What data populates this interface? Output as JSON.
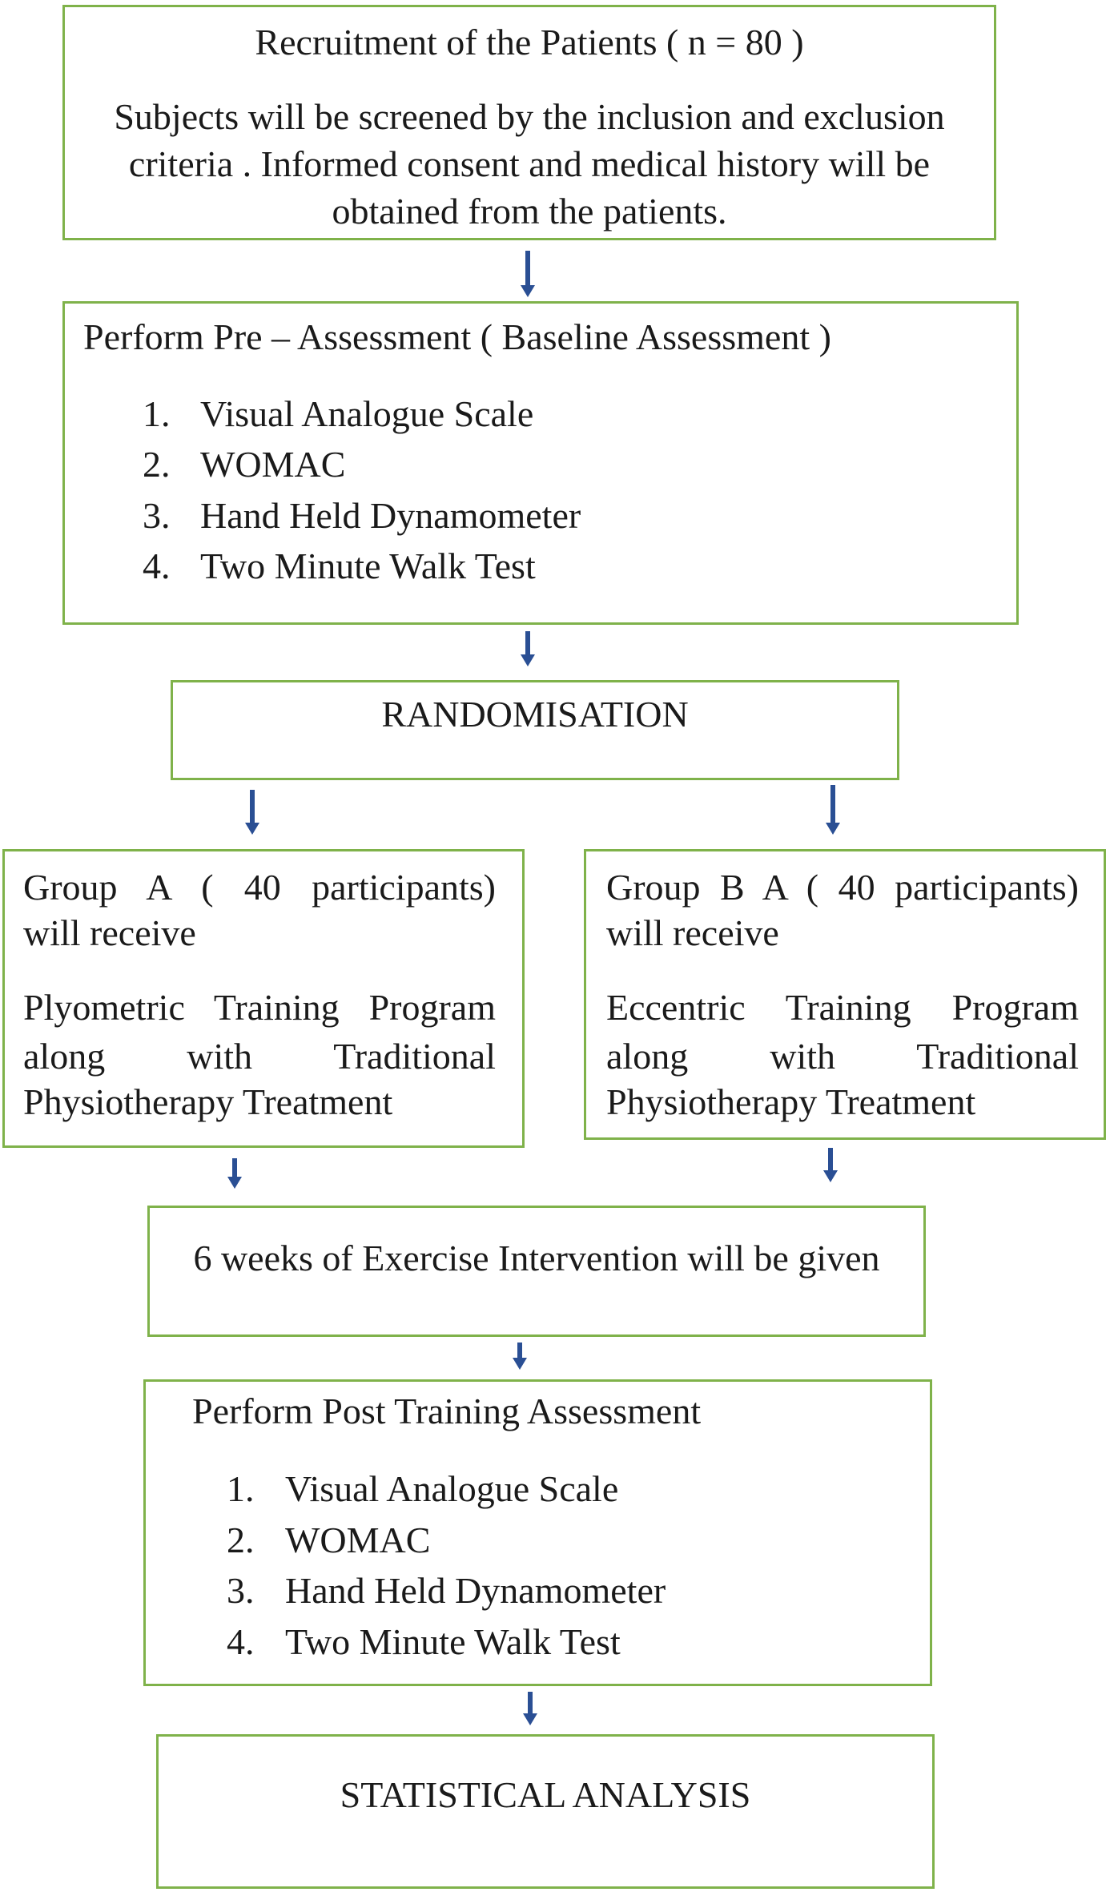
{
  "recruitment": {
    "title": "Recruitment of the Patients ( n = 80 )",
    "lines": [
      "Subjects will be screened by the inclusion and exclusion",
      "criteria . Informed consent and medical history will be",
      "obtained from the patients."
    ]
  },
  "pre_assessment": {
    "title": "Perform Pre – Assessment ( Baseline Assessment )",
    "items": [
      {
        "num": "1.",
        "label": "Visual Analogue Scale"
      },
      {
        "num": "2.",
        "label": "WOMAC"
      },
      {
        "num": "3.",
        "label": "Hand Held Dynamometer"
      },
      {
        "num": "4.",
        "label": "Two Minute Walk Test"
      }
    ]
  },
  "randomisation": {
    "label": "RANDOMISATION"
  },
  "group_a": {
    "title": "Group A ( 40 participants)",
    "receive": "will receive",
    "lines": [
      "Plyometric Training Program",
      "along with Traditional",
      "Physiotherapy Treatment"
    ]
  },
  "group_b": {
    "title": "Group B A ( 40 participants)",
    "receive": "will receive",
    "lines": [
      "Eccentric Training Program",
      "along with Traditional",
      "Physiotherapy Treatment"
    ]
  },
  "intervention": {
    "label": "6 weeks of Exercise Intervention will be given"
  },
  "post_assessment": {
    "title": "Perform Post Training Assessment",
    "items": [
      {
        "num": "1.",
        "label": "Visual Analogue Scale"
      },
      {
        "num": "2.",
        "label": "WOMAC"
      },
      {
        "num": "3.",
        "label": "Hand Held Dynamometer"
      },
      {
        "num": "4.",
        "label": "Two Minute Walk Test"
      }
    ]
  },
  "statistics": {
    "label": "STATISTICAL ANALYSIS"
  },
  "colors": {
    "box_border": "#7fb24a",
    "arrow": "#2a4f94",
    "text": "#1a1a1a"
  }
}
